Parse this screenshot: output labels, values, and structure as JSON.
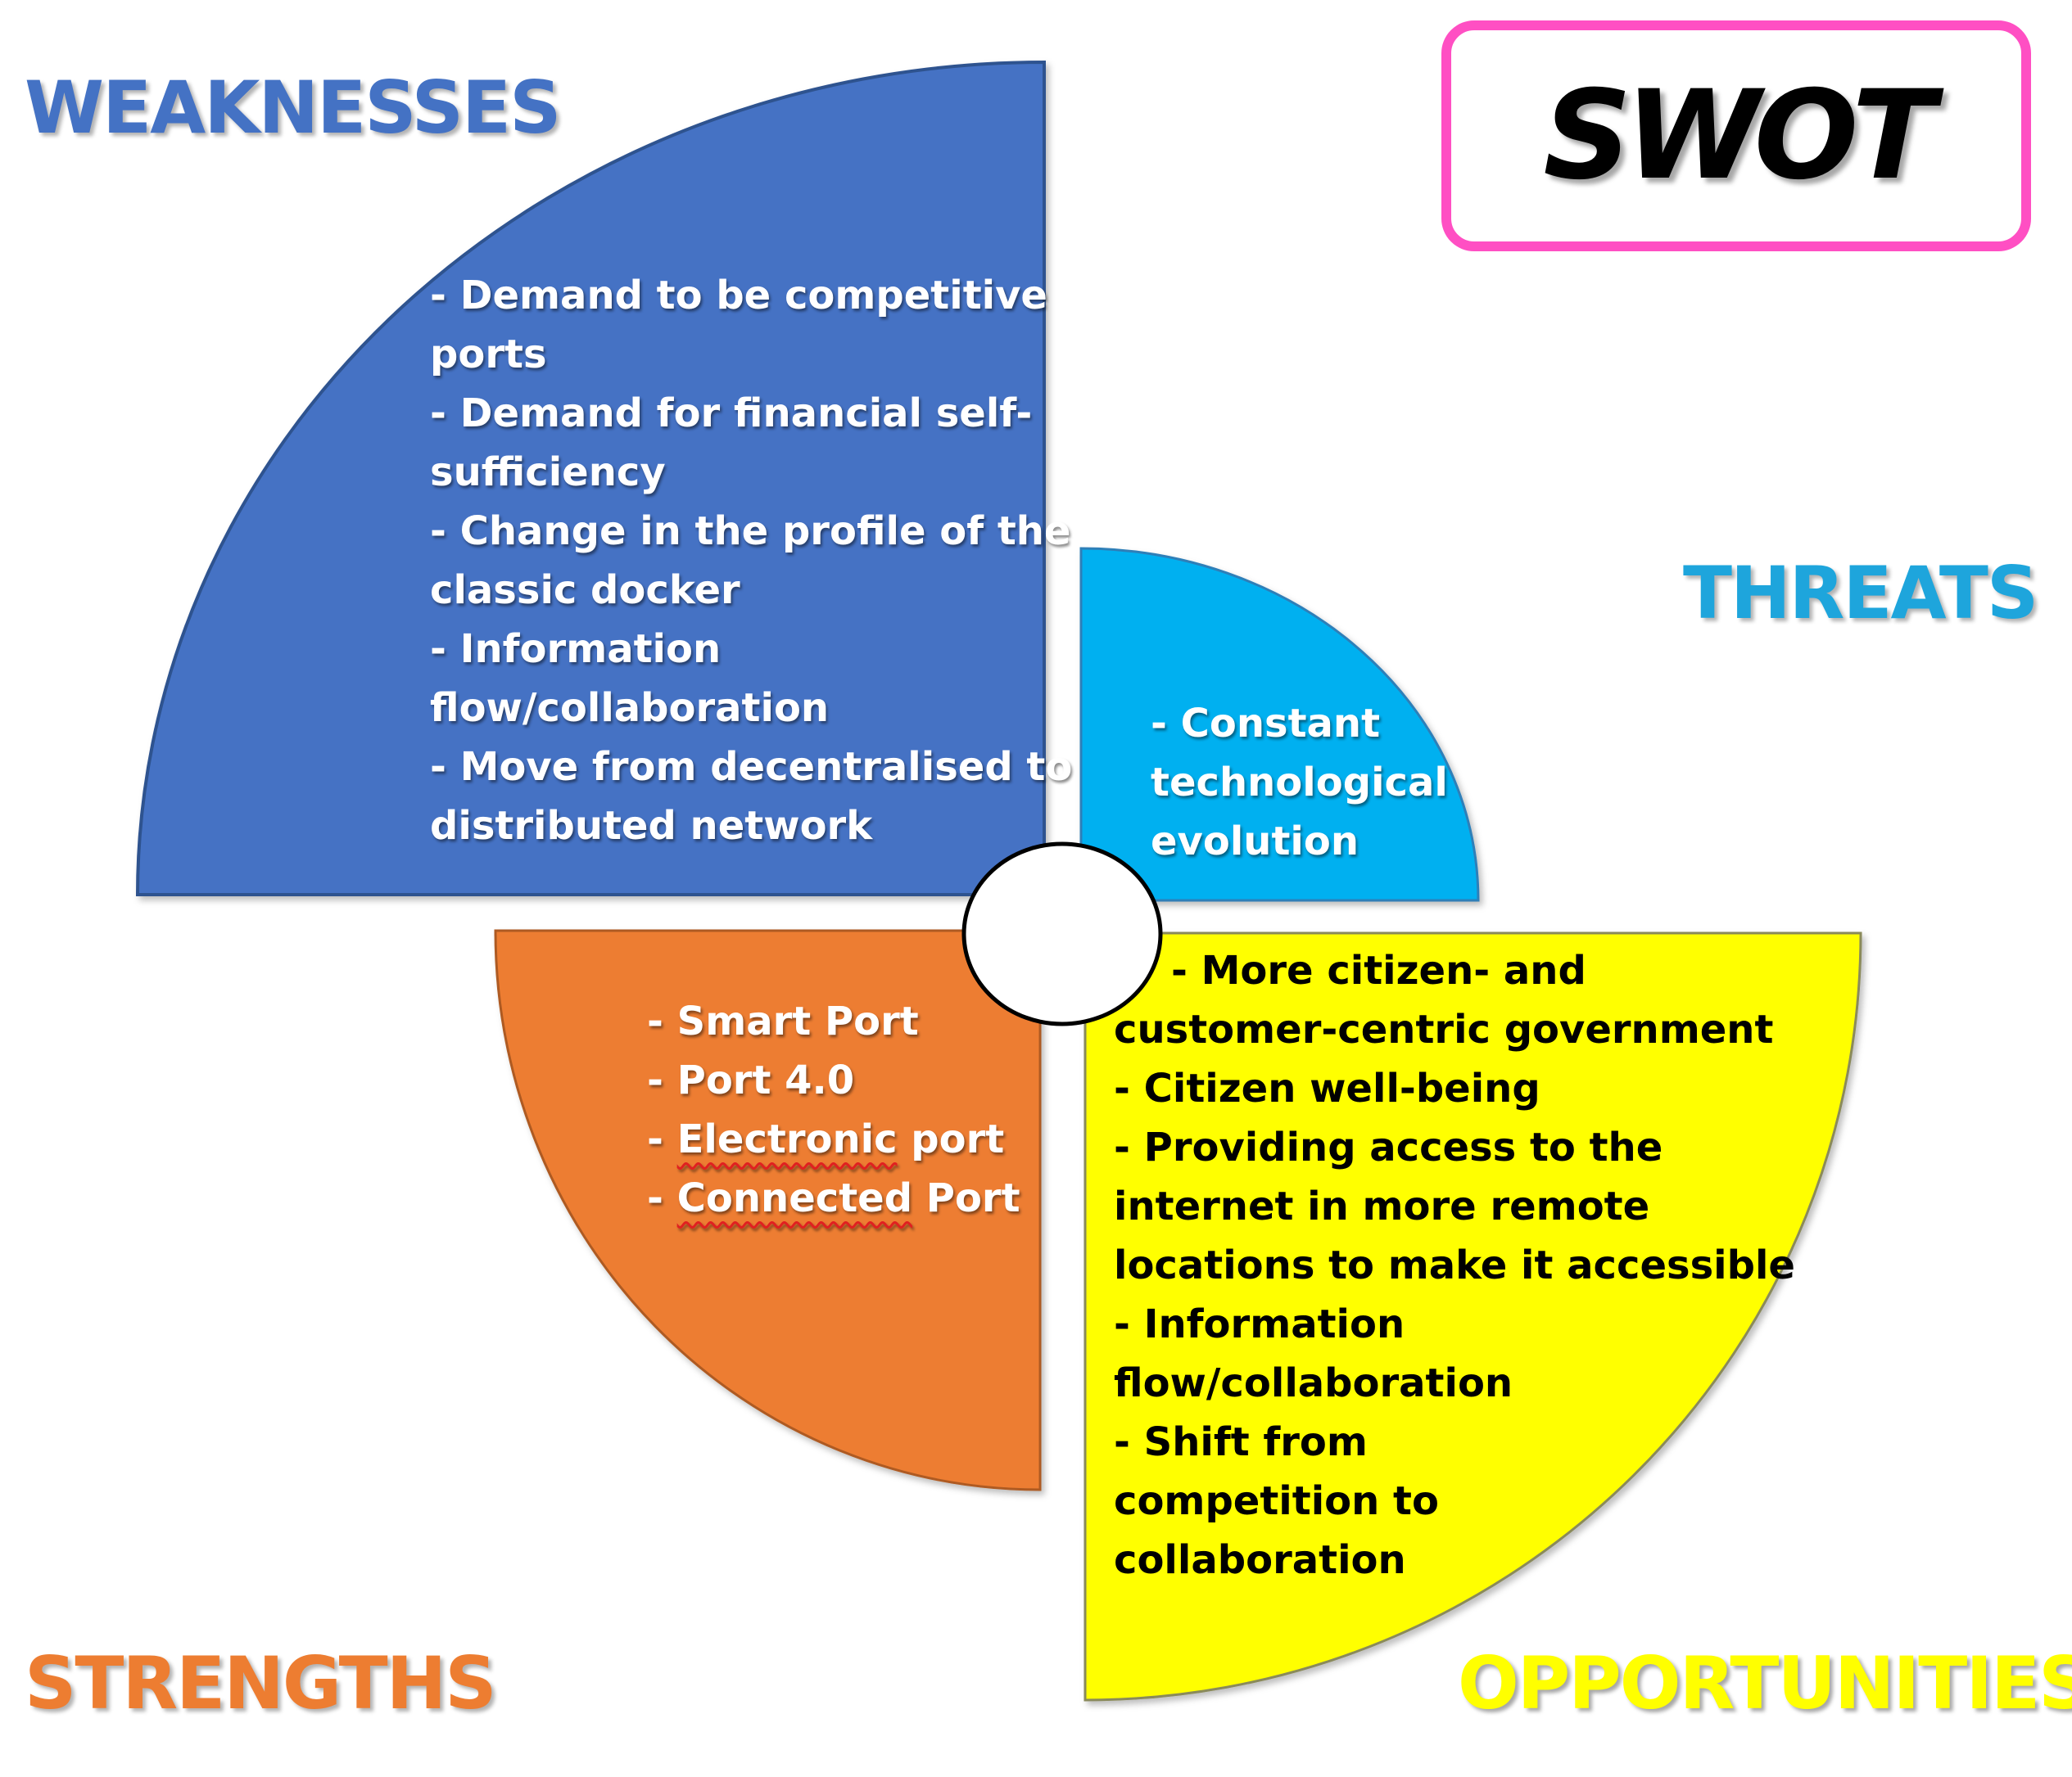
{
  "title": "SWOT",
  "colors": {
    "weaknesses": "#4472C4",
    "threats": "#00B0F0",
    "strengths": "#ED7D31",
    "opportunities": "#FFFF00",
    "title_border": "#FF4FC3"
  },
  "headings": {
    "weaknesses": "WEAKNESSES",
    "threats": "THREATS",
    "strengths": "STRENGTHS",
    "opportunities": "OPPORTUNITIES"
  },
  "weaknesses": {
    "lines": [
      "- Demand to be competitive",
      "ports",
      "- Demand for financial self-",
      "sufficiency",
      "- Change in the profile of the",
      "classic docker",
      "- Information",
      "flow/collaboration",
      "- Move from decentralised to",
      "distributed network"
    ]
  },
  "threats": {
    "lines": [
      "- Constant",
      "technological",
      "evolution"
    ]
  },
  "strengths": {
    "items": [
      {
        "dash": "- ",
        "word": "Smart Port",
        "rest": ""
      },
      {
        "dash": "- ",
        "word": "Port 4.0",
        "rest": ""
      },
      {
        "dash": "- ",
        "word": "Electronic",
        "rest": " port"
      },
      {
        "dash": "- ",
        "word": "Connected",
        "rest": " Port"
      }
    ]
  },
  "opportunities": {
    "lines": [
      "- More citizen- and",
      "customer-centric government",
      "- Citizen well-being",
      "- Providing access to the",
      "internet in more remote",
      "locations to make it accessible",
      "- Information",
      "flow/collaboration",
      "- Shift from",
      "competition to",
      "collaboration"
    ]
  }
}
